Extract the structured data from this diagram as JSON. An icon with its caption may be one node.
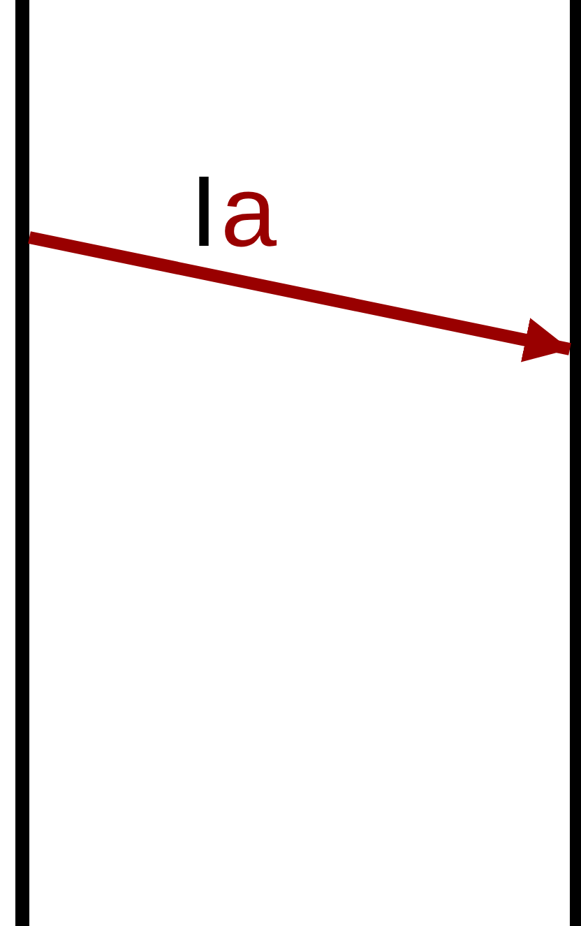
{
  "diagram": {
    "nodes": [
      {
        "text": [],
        "shape": "bar"
      },
      {
        "text": [],
        "shape": "bar"
      }
    ],
    "edges": [
      {
        "from": 0,
        "to": 1,
        "arrow": "to",
        "label": "a",
        "color": "#990000"
      }
    ],
    "labels": [
      "I"
    ]
  }
}
